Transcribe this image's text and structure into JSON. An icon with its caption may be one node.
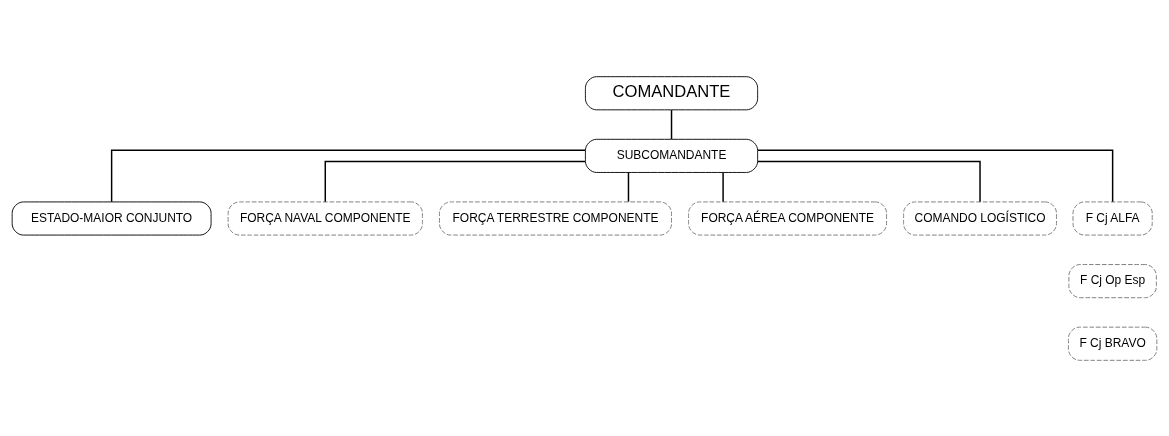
{
  "diagram": {
    "nodes": [
      {
        "text": [
          "COMANDANTE"
        ]
      },
      {
        "text": [
          "SUBCOMANDANTE"
        ]
      },
      {
        "text": [
          "ESTADO-MAIOR CONJUNTO"
        ]
      },
      {
        "text": [
          "FORÇA NAVAL COMPONENTE"
        ]
      },
      {
        "text": [
          "FORÇA TERRESTRE COMPONENTE"
        ]
      },
      {
        "text": [
          "FORÇA AÉREA COMPONENTE"
        ]
      },
      {
        "text": [
          "COMANDO LOGÍSTICO"
        ]
      },
      {
        "text": [
          "F Cj ALFA"
        ]
      },
      {
        "text": [
          "F Cj Op Esp"
        ]
      },
      {
        "text": [
          "F Cj BRAVO"
        ]
      }
    ],
    "edges": [
      {
        "from": 0,
        "to": 1,
        "arrow": "none"
      },
      {
        "from": 1,
        "to": 2,
        "arrow": "none"
      },
      {
        "from": 1,
        "to": 3,
        "arrow": "none"
      },
      {
        "from": 1,
        "to": 4,
        "arrow": "none"
      },
      {
        "from": 1,
        "to": 5,
        "arrow": "none"
      },
      {
        "from": 1,
        "to": 6,
        "arrow": "none"
      },
      {
        "from": 1,
        "to": 7,
        "arrow": "none"
      }
    ]
  }
}
